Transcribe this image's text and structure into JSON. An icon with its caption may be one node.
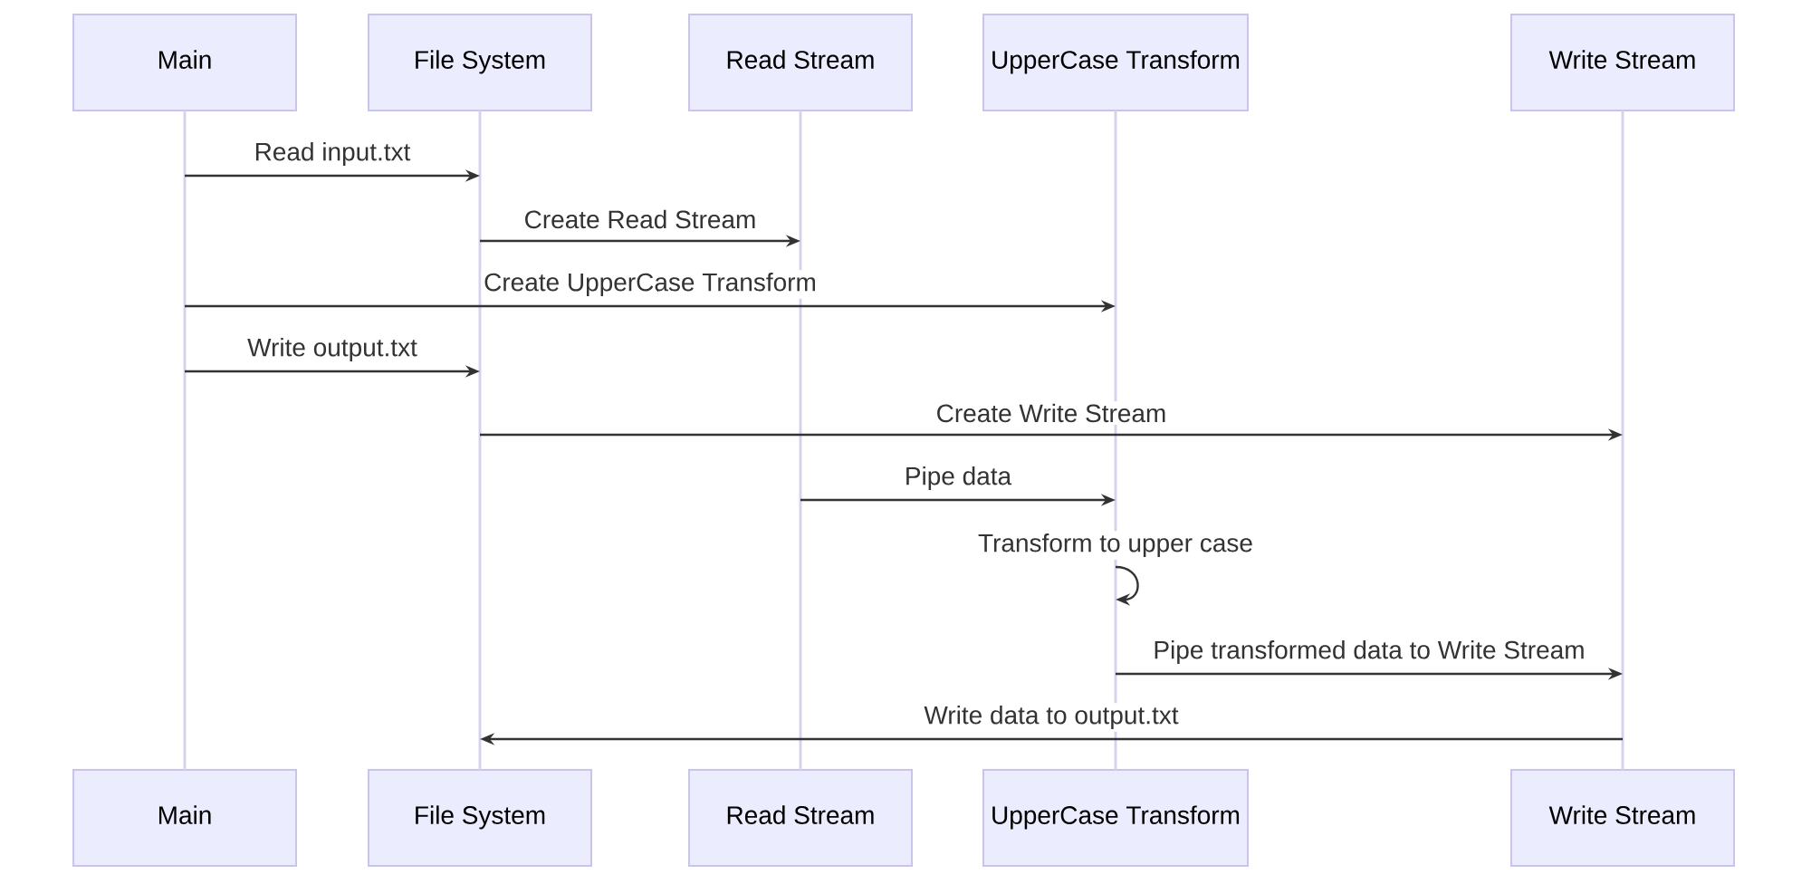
{
  "diagram": {
    "nodes": [
      {
        "text": [
          "Main"
        ]
      },
      {
        "text": [
          "File System"
        ]
      },
      {
        "text": [
          "Read Stream"
        ]
      },
      {
        "text": [
          "UpperCase Transform"
        ]
      },
      {
        "text": [
          "Write Stream"
        ]
      },
      {
        "text": [
          "Main"
        ]
      },
      {
        "text": [
          "File System"
        ]
      },
      {
        "text": [
          "Read Stream"
        ]
      },
      {
        "text": [
          "UpperCase Transform"
        ]
      },
      {
        "text": [
          "Write Stream"
        ]
      },
      {
        "text": [],
        "shape": "bar"
      },
      {
        "text": [],
        "shape": "bar"
      },
      {
        "text": [],
        "shape": "bar"
      },
      {
        "text": [],
        "shape": "bar"
      },
      {
        "text": [],
        "shape": "bar"
      }
    ],
    "edges": [
      {
        "from": 10,
        "to": 11,
        "arrow": "to",
        "label": "Read input.txt"
      },
      {
        "from": 11,
        "to": 12,
        "arrow": "to",
        "label": "Create Read Stream"
      },
      {
        "from": 10,
        "to": 13,
        "arrow": "to",
        "label": "Create UpperCase Transform"
      },
      {
        "from": 10,
        "to": 11,
        "arrow": "to",
        "label": "Write output.txt"
      },
      {
        "from": 11,
        "to": 14,
        "arrow": "to",
        "label": "Create Write Stream"
      },
      {
        "from": 12,
        "to": 13,
        "arrow": "to",
        "label": "Pipe data"
      },
      {
        "from": 13,
        "to": 13,
        "arrow": "to",
        "label": "Transform to upper case"
      },
      {
        "from": 13,
        "to": 14,
        "arrow": "to",
        "label": "Pipe transformed data to Write Stream"
      },
      {
        "from": 14,
        "to": 11,
        "arrow": "to",
        "label": "Write data to output.txt"
      }
    ]
  }
}
